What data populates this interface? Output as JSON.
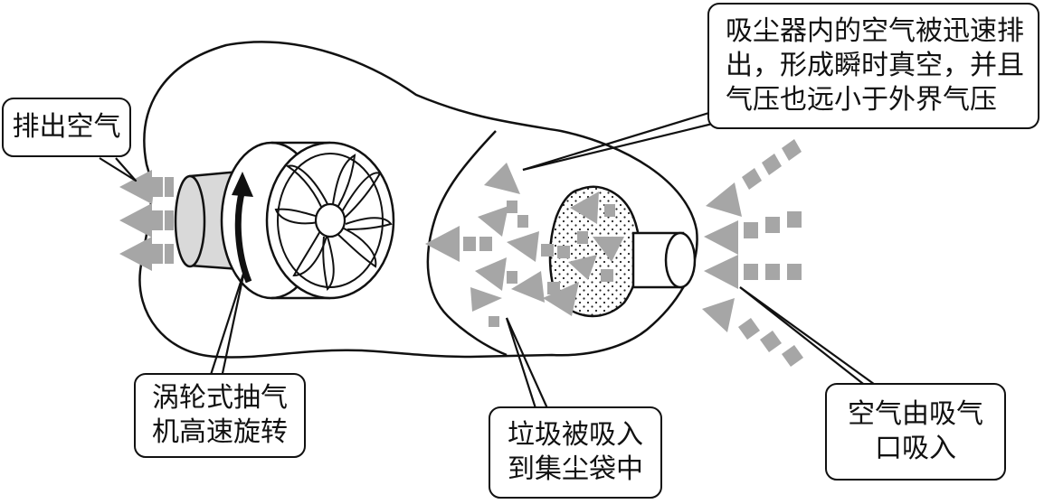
{
  "labels": {
    "exhaust": [
      "排出空气"
    ],
    "vacuum": [
      "吸尘器内的空气被迅速排",
      "出，形成瞬时真空，并且",
      "气压也远小于外界气压"
    ],
    "turbine": [
      "涡轮式抽气",
      "机高速旋转"
    ],
    "debris": [
      "垃圾被吸入",
      "到集尘袋中"
    ],
    "intake": [
      "空气由吸气",
      "口吸入"
    ]
  },
  "colors": {
    "outline": "#111111",
    "arrow_fill": "#a6a6a6",
    "motor_housing": "#d9d9d9",
    "background": "#ffffff"
  },
  "icons": [
    "turbine-fan-icon",
    "rotation-arrow-icon",
    "exhaust-arrow-icon",
    "airflow-arrow-icon",
    "intake-arrow-icon",
    "nozzle-icon",
    "dust-bag-icon"
  ]
}
